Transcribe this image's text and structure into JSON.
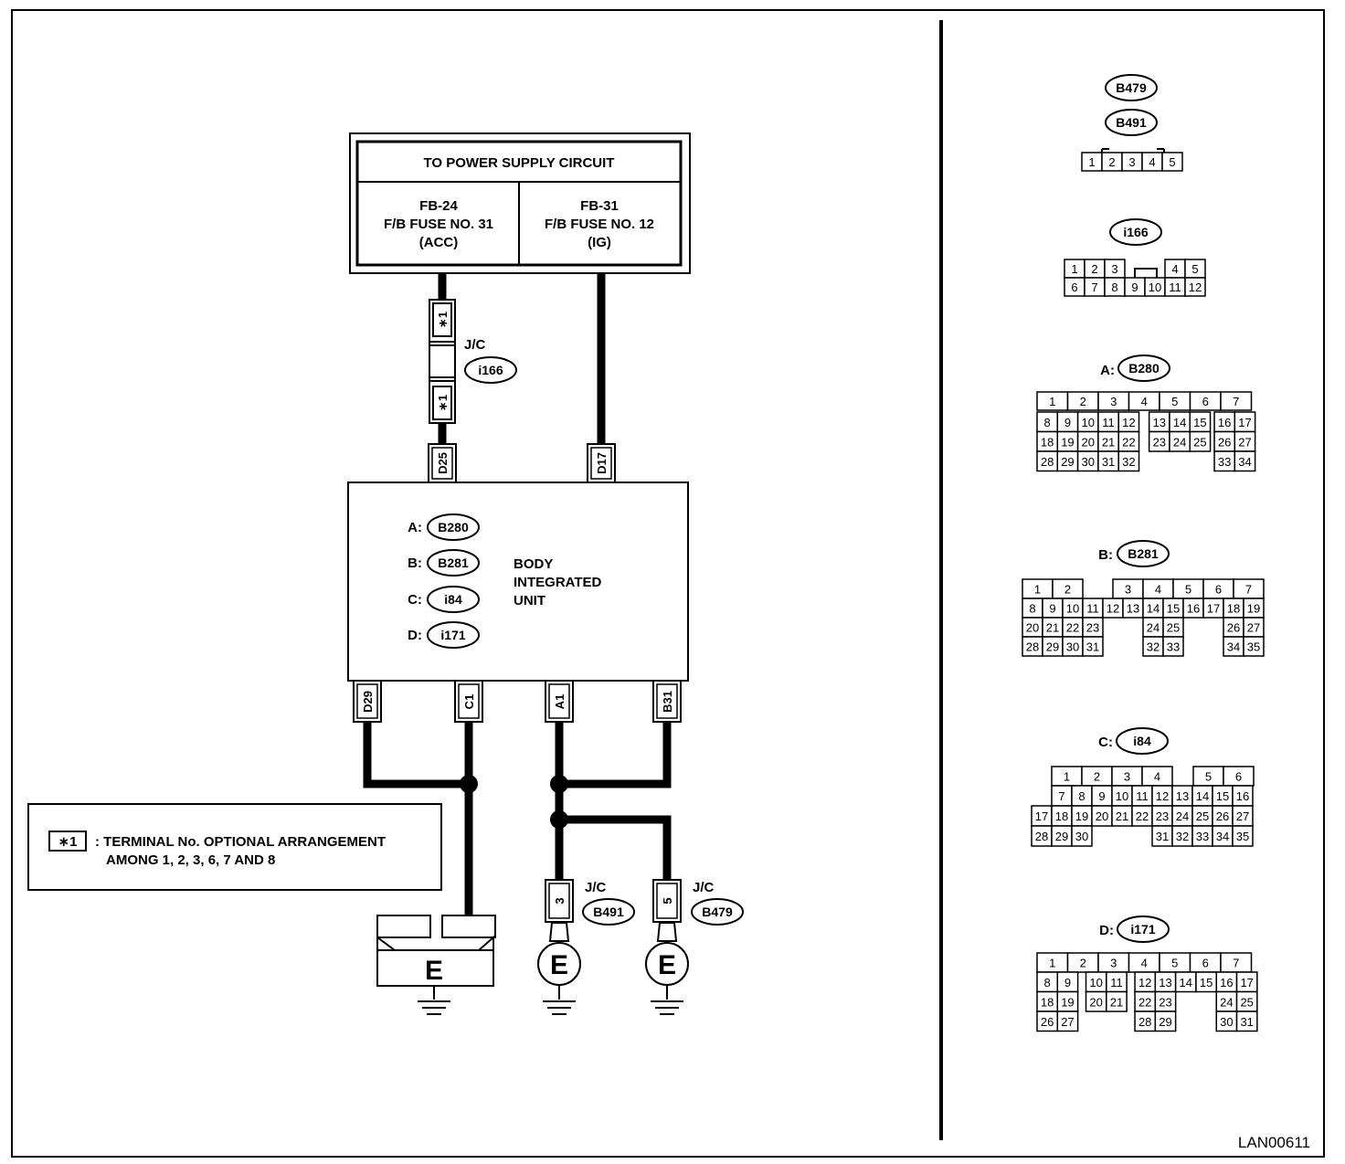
{
  "power": {
    "title": "TO POWER SUPPLY CIRCUIT",
    "left": [
      "FB-24",
      "F/B FUSE NO. 31",
      "(ACC)"
    ],
    "right": [
      "FB-31",
      "F/B FUSE NO. 12",
      "(IG)"
    ]
  },
  "jc_label": "J/C",
  "jc_i166": "i166",
  "star1": "∗1",
  "conn": {
    "d25": "D25",
    "d17": "D17",
    "d29": "D29",
    "c1": "C1",
    "a1": "A1",
    "b31": "B31",
    "t3": "3",
    "t5": "5"
  },
  "unit": {
    "name": [
      "BODY",
      "INTEGRATED",
      "UNIT"
    ],
    "connectors": [
      {
        "prefix": "A:",
        "code": "B280"
      },
      {
        "prefix": "B:",
        "code": "B281"
      },
      {
        "prefix": "C:",
        "code": "i84"
      },
      {
        "prefix": "D:",
        "code": "i171"
      }
    ]
  },
  "ground_jc": [
    {
      "label": "J/C",
      "code": "B491"
    },
    {
      "label": "J/C",
      "code": "B479"
    }
  ],
  "ground_letter": "E",
  "note": {
    "mark": "∗1",
    "line1": ": TERMINAL No. OPTIONAL ARRANGEMENT",
    "line2": "AMONG 1, 2, 3, 6, 7 AND 8"
  },
  "right": {
    "b479": "B479",
    "b491": "B491",
    "b479_pins": [
      "1",
      "2",
      "3",
      "4",
      "5"
    ],
    "i166": "i166",
    "i166_pins": [
      "1",
      "2",
      "3",
      "4",
      "5",
      "6",
      "7",
      "8",
      "9",
      "10",
      "11",
      "12"
    ],
    "a_prefix": "A:",
    "a_code": "B280",
    "b_prefix": "B:",
    "b_code": "B281",
    "c_prefix": "C:",
    "c_code": "i84",
    "d_prefix": "D:",
    "d_code": "i171"
  },
  "ref_code": "LAN00611"
}
